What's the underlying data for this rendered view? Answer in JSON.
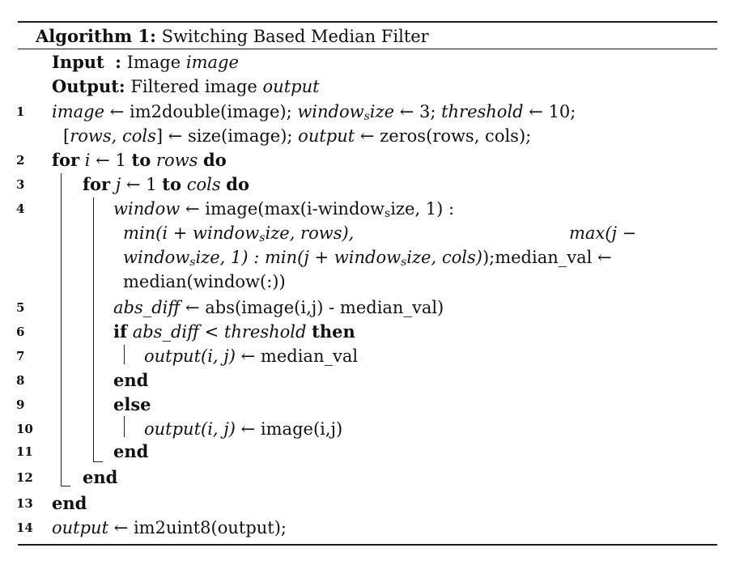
{
  "caption": {
    "label": "Algorithm 1:",
    "title": "Switching Based Median Filter"
  },
  "io": {
    "input_kw": "Input",
    "input_sep": ":",
    "input_text": "Image",
    "input_var": "image",
    "output_kw": "Output:",
    "output_text": "Filtered image",
    "output_var": "output"
  },
  "lines": [
    {
      "n": "1"
    },
    {
      "n": "2"
    },
    {
      "n": "3"
    },
    {
      "n": "4"
    },
    {
      "n": "5"
    },
    {
      "n": "6"
    },
    {
      "n": "7"
    },
    {
      "n": "8"
    },
    {
      "n": "9"
    },
    {
      "n": "10"
    },
    {
      "n": "11"
    },
    {
      "n": "12"
    },
    {
      "n": "13"
    },
    {
      "n": "14"
    }
  ],
  "code": {
    "l1a": {
      "v1": "image",
      "t1": " ← im2double(image); ",
      "v2": "window",
      "s2": "s",
      "v2b": "ize",
      "t2": " ← 3; ",
      "v3": "threshold",
      "t3": " ← 10;"
    },
    "l1b": {
      "t0": "[",
      "v1": "rows, cols",
      "t1": "] ← size(image); ",
      "v2": "output",
      "t2": " ← zeros(rows, cols);"
    },
    "l2": {
      "kw1": "for",
      "v1": "i",
      "t1": " ← 1 ",
      "kw2": "to",
      "v2": "rows",
      "kw3": "do"
    },
    "l3": {
      "kw1": "for",
      "v1": "j",
      "t1": " ← 1 ",
      "kw2": "to",
      "v2": "cols",
      "kw3": "do"
    },
    "l4a": {
      "v1": "window",
      "t1": " ← image(max(i-window",
      "s1": "s",
      "t1b": "ize, 1) :"
    },
    "l4b": {
      "v1": "min(i + window",
      "s1": "s",
      "v1b": "ize, rows),",
      "v2": "max(j −"
    },
    "l4c": {
      "v1": "window",
      "s1": "s",
      "v1b": "ize, 1) : min(j + window",
      "s2": "s",
      "v2b": "ize, cols)",
      "t1": ");median_val ←"
    },
    "l4d": {
      "t1": "median(window(:))"
    },
    "l5": {
      "v1": "abs_diff",
      "t1": " ← abs(image(i,j) - median_val)"
    },
    "l6": {
      "kw1": "if",
      "v1": "abs_diff < threshold",
      "kw2": "then"
    },
    "l7": {
      "v1": "output(i, j)",
      "t1": " ← median_val"
    },
    "l8": {
      "kw1": "end"
    },
    "l9": {
      "kw1": "else"
    },
    "l10": {
      "v1": "output(i, j)",
      "t1": " ← image(i,j)"
    },
    "l11": {
      "kw1": "end"
    },
    "l12": {
      "kw1": "end"
    },
    "l13": {
      "kw1": "end"
    },
    "l14": {
      "v1": "output",
      "t1": " ← im2uint8(output);"
    }
  }
}
